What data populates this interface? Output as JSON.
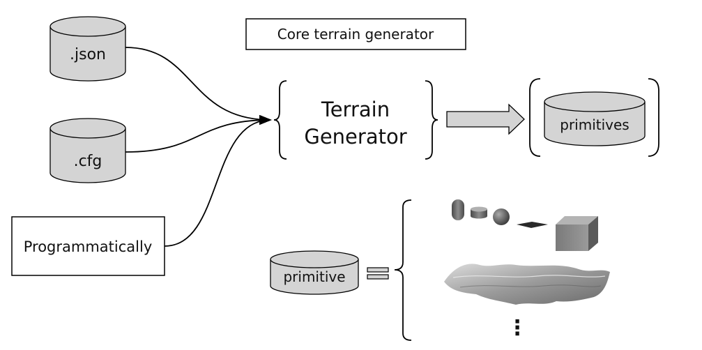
{
  "inputs": {
    "json_label": ".json",
    "cfg_label": ".cfg",
    "programmatic_label": "Programmatically"
  },
  "core": {
    "title": "Core terrain generator",
    "generator_line1": "Terrain",
    "generator_line2": "Generator"
  },
  "outputs": {
    "primitives_label": "primitives",
    "primitive_label": "primitive",
    "ellipsis": "⋮"
  }
}
